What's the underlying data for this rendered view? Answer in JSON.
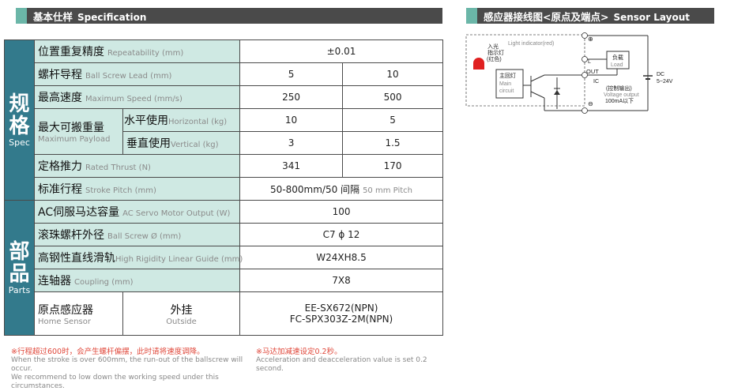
{
  "spec_header": {
    "cn": "基本仕样",
    "en": "Specification"
  },
  "sensor_header": {
    "cn": "感应器接线图<原点及端点>",
    "en": "Sensor Layout"
  },
  "groups": {
    "spec": {
      "cn": "规格",
      "en": "Spec"
    },
    "parts": {
      "cn": "部品",
      "en": "Parts"
    }
  },
  "rows": {
    "repeatability": {
      "cn": "位置重复精度",
      "en": "Repeatability (mm)",
      "value": "±0.01"
    },
    "lead": {
      "cn": "螺杆导程",
      "en": "Ball Screw Lead (mm)",
      "v1": "5",
      "v2": "10"
    },
    "speed": {
      "cn": "最高速度",
      "en": "Maximum Speed (mm/s)",
      "v1": "250",
      "v2": "500"
    },
    "payload": {
      "cn": "最大可搬重量",
      "en": "Maximum Payload",
      "horizontal": {
        "cn": "水平使用",
        "en": "Horizontal (kg)",
        "v1": "10",
        "v2": "5"
      },
      "vertical": {
        "cn": "垂直使用",
        "en": "Vertical (kg)",
        "v1": "3",
        "v2": "1.5"
      }
    },
    "thrust": {
      "cn": "定格推力",
      "en": "Rated Thrust (N)",
      "v1": "341",
      "v2": "170"
    },
    "stroke": {
      "cn": "标准行程",
      "en": "Stroke Pitch (mm)",
      "value": "50-800mm/50 间隔",
      "value_en": "50 mm Pitch"
    },
    "motor": {
      "cn": "AC伺服马达容量",
      "en": "AC Servo Motor Output (W)",
      "value": "100"
    },
    "screw_dia": {
      "cn": "滚珠螺杆外径",
      "en": "Ball Screw Ø (mm)",
      "value": "C7 ϕ 12"
    },
    "guide": {
      "cn": "高钢性直线滑轨",
      "en": "High Rigidity Linear Guide (mm)",
      "value": "W24XH8.5"
    },
    "coupling": {
      "cn": "连轴器",
      "en": "Coupling (mm)",
      "value": "7X8"
    },
    "home": {
      "cn": "原点感应器",
      "en": "Home Sensor",
      "sub_cn": "外挂",
      "sub_en": "Outside",
      "value1": "EE-SX672(NPN)",
      "value2": "FC-SPX303Z-2M(NPN)"
    }
  },
  "notes": {
    "left": {
      "red": "※行程超过600时，会产生螺杆偏摆，此时请将速度调降。",
      "line1": "When the stroke is over 600mm, the run-out of the ballscrew will occur.",
      "line2": "We recommend to low down the working speed under this circumstances."
    },
    "right": {
      "red": "※马达加减速设定0.2秒。",
      "line1": "Acceleration and deacceleration value is set 0.2 second."
    }
  },
  "diagram": {
    "light_indicator": "Light indicator(red)",
    "incident_cn": "入光",
    "indicator_cn": "指示灯",
    "red_cn": "(红色)",
    "main_cn": "主回灯",
    "main_en1": "Main",
    "main_en2": "circuit",
    "load_cn": "负载",
    "load_en": "Load",
    "out": "OUT",
    "ic": "IC",
    "control_cn": "(控制输出)",
    "voltage_output": "Voltage output",
    "current": "100mA以下",
    "dc": "DC",
    "voltage": "5~24V",
    "plus": "⊕",
    "minus": "⊖",
    "l": "L"
  },
  "colors": {
    "header_bg": "#4a4a4a",
    "accent": "#6bb6a8",
    "group_bg": "#337a8c",
    "label_bg": "#cfe9e3",
    "note_red": "#e0483b"
  }
}
